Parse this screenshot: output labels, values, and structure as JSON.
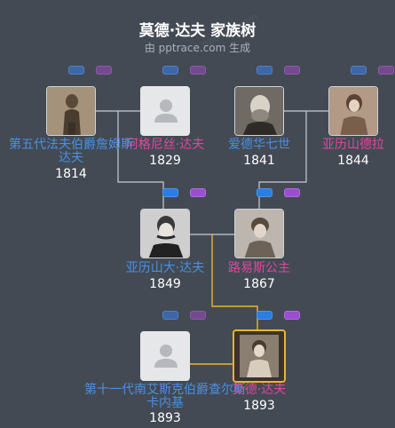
{
  "header": {
    "title": "莫德·达夫 家族树",
    "subtitle": "由 pptrace.com 生成",
    "watermark": "pptrace.com"
  },
  "people": [
    {
      "id": "p1",
      "name_lines": [
        "第五代法夫伯爵詹姆斯",
        "达夫"
      ],
      "year": "1814",
      "gender": "m",
      "photo": "portrait"
    },
    {
      "id": "p2",
      "name_lines": [
        "阿格尼丝·达夫"
      ],
      "year": "1829",
      "gender": "f",
      "photo": "placeholder"
    },
    {
      "id": "p3",
      "name_lines": [
        "爱德华七世"
      ],
      "year": "1841",
      "gender": "m",
      "photo": "portrait"
    },
    {
      "id": "p4",
      "name_lines": [
        "亚历山德拉"
      ],
      "year": "1844",
      "gender": "f",
      "photo": "portrait"
    },
    {
      "id": "p5",
      "name_lines": [
        "亚历山大·达夫"
      ],
      "year": "1849",
      "gender": "m",
      "photo": "portrait"
    },
    {
      "id": "p6",
      "name_lines": [
        "路易斯公主"
      ],
      "year": "1867",
      "gender": "f",
      "photo": "portrait"
    },
    {
      "id": "p7",
      "name_lines": [
        "第十一代南艾斯克伯爵查尔斯",
        "卡内基"
      ],
      "year": "1893",
      "gender": "m",
      "photo": "placeholder"
    },
    {
      "id": "p8",
      "name_lines": [
        "莫德·达夫"
      ],
      "year": "1893",
      "gender": "f",
      "photo": "portrait",
      "selected": true
    }
  ],
  "colors": {
    "background": "#434a54",
    "male_name": "#4a90e2",
    "female_name": "#e0479e",
    "line": "#c8ccd2",
    "highlight_line": "#f0b429"
  }
}
